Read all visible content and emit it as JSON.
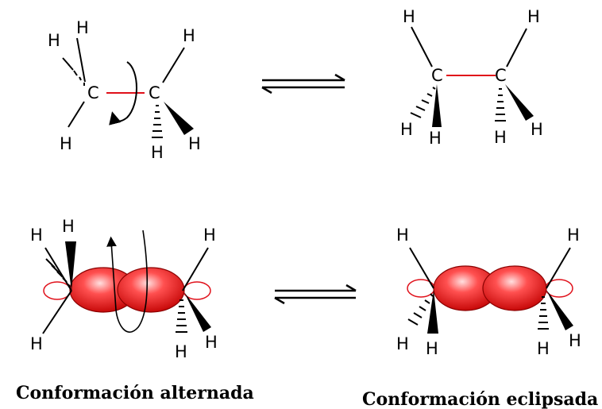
{
  "colors": {
    "bond_cc": "#e0101a",
    "lobe": "#ff2a2a",
    "lobe_edge": "#8a0000",
    "ink": "#000000"
  },
  "atoms": {
    "hydrogen": "H",
    "carbon": "C"
  },
  "captions": {
    "staggered": "Conformación alternada",
    "eclipsed": "Conformación eclipsada"
  },
  "icons": [
    "rotation-arrow-icon",
    "equilibrium-arrows-icon"
  ]
}
